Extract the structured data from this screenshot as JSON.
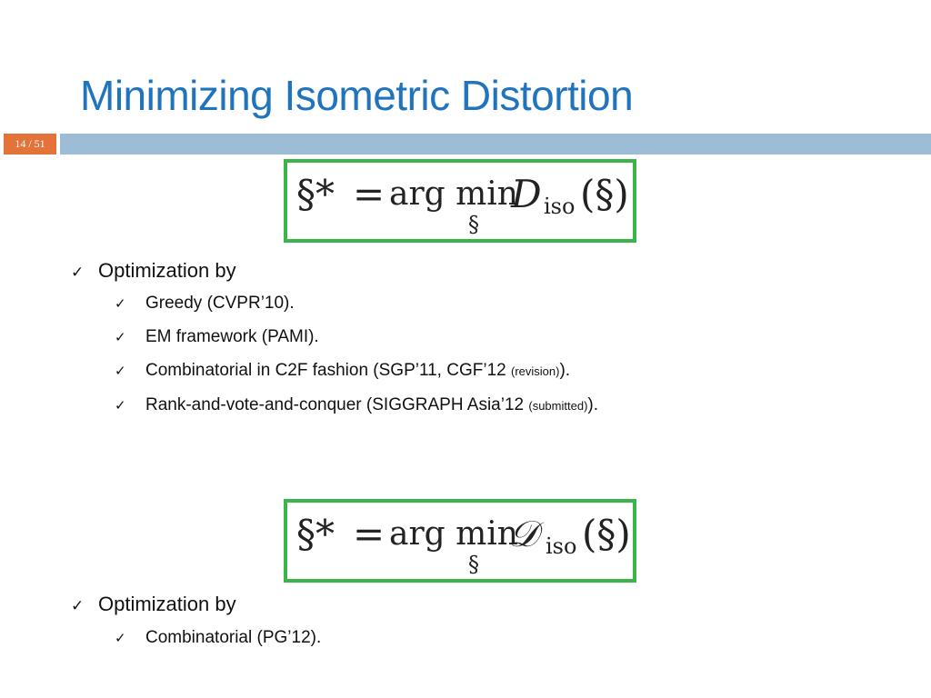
{
  "slide": {
    "title": "Minimizing Isometric Distortion",
    "page_number": "14 / 51"
  },
  "formula_top": {
    "lhs": "§*",
    "equals": "=",
    "operator": "arg min",
    "subscript": "§",
    "function": "D",
    "function_subscript": "iso",
    "argument": "(§)"
  },
  "bullets_top": {
    "heading": "Optimization by",
    "items": [
      {
        "text": "Greedy (CVPR’10)."
      },
      {
        "text": "EM framework (PAMI)."
      },
      {
        "text": "Combinatorial in C2F fashion (SGP’11, CGF’12 ",
        "note": "(revision)",
        "end": ")."
      },
      {
        "text": "Rank-and-vote-and-conquer (SIGGRAPH Asia’12 ",
        "note": "(submitted)",
        "end": ")."
      }
    ]
  },
  "formula_bottom": {
    "lhs": "§*",
    "equals": "=",
    "operator": "arg min",
    "subscript": "§",
    "function": "𝒟",
    "function_subscript": "iso",
    "argument": "(§)"
  },
  "bullets_bottom": {
    "heading": "Optimization by",
    "items": [
      {
        "text": "Combinatorial (PG’12)."
      }
    ]
  },
  "icons": {
    "bullet": "check-mark-icon"
  },
  "colors": {
    "title": "#1f74bd",
    "page_badge": "#e4733a",
    "header_rule": "#9dbcd6",
    "formula_border": "#3bb54a"
  }
}
